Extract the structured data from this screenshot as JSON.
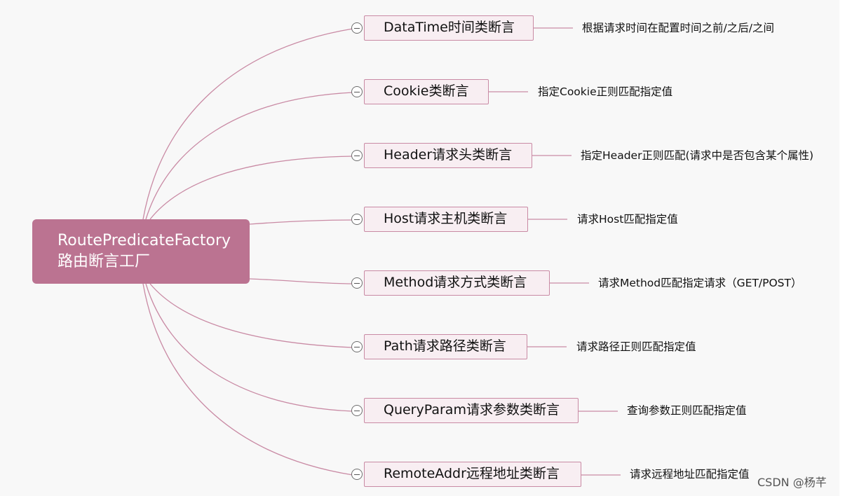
{
  "root": {
    "line1": "RoutePredicateFactory",
    "line2": "路由断言工厂"
  },
  "branches": [
    {
      "label": "DataTime时间类断言",
      "desc": "根据请求时间在配置时间之前/之后/之间"
    },
    {
      "label": "Cookie类断言",
      "desc": "指定Cookie正则匹配指定值"
    },
    {
      "label": "Header请求头类断言",
      "desc": "指定Header正则匹配(请求中是否包含某个属性)"
    },
    {
      "label": "Host请求主机类断言",
      "desc": "请求Host匹配指定值"
    },
    {
      "label": "Method请求方式类断言",
      "desc": "请求Method匹配指定请求（GET/POST）"
    },
    {
      "label": "Path请求路径类断言",
      "desc": "请求路径正则匹配指定值"
    },
    {
      "label": "QueryParam请求参数类断言",
      "desc": "查询参数正则匹配指定值"
    },
    {
      "label": "RemoteAddr远程地址类断言",
      "desc": "请求远程地址匹配指定值"
    }
  ],
  "watermark": "CSDN @杨芊",
  "colors": {
    "root_fill": "#bb7391",
    "node_fill": "#f8eef2",
    "node_border": "#c98aa4",
    "connector": "#c98aa4",
    "canvas_bg": "#f8f8f8"
  },
  "icons": {
    "collapse": "collapse-minus-icon"
  }
}
